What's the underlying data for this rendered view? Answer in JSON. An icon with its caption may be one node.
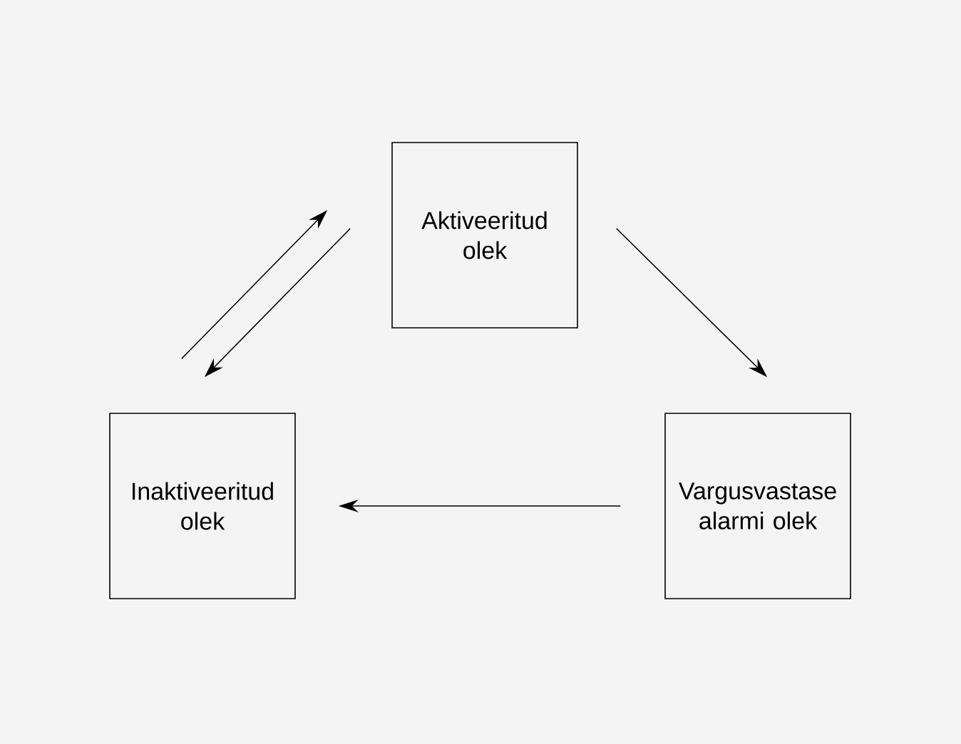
{
  "diagram": {
    "nodes": [
      {
        "text": [
          "Aktiveeritud olek"
        ]
      },
      {
        "text": [
          "Inaktiveeritud olek"
        ]
      },
      {
        "text": [
          "Vargusvastase alarmi olek"
        ]
      }
    ],
    "edges": [
      {
        "from": 1,
        "to": 0,
        "arrow": "to"
      },
      {
        "from": 0,
        "to": 1,
        "arrow": "to"
      },
      {
        "from": 0,
        "to": 2,
        "arrow": "to"
      },
      {
        "from": 2,
        "to": 1,
        "arrow": "to"
      }
    ]
  }
}
